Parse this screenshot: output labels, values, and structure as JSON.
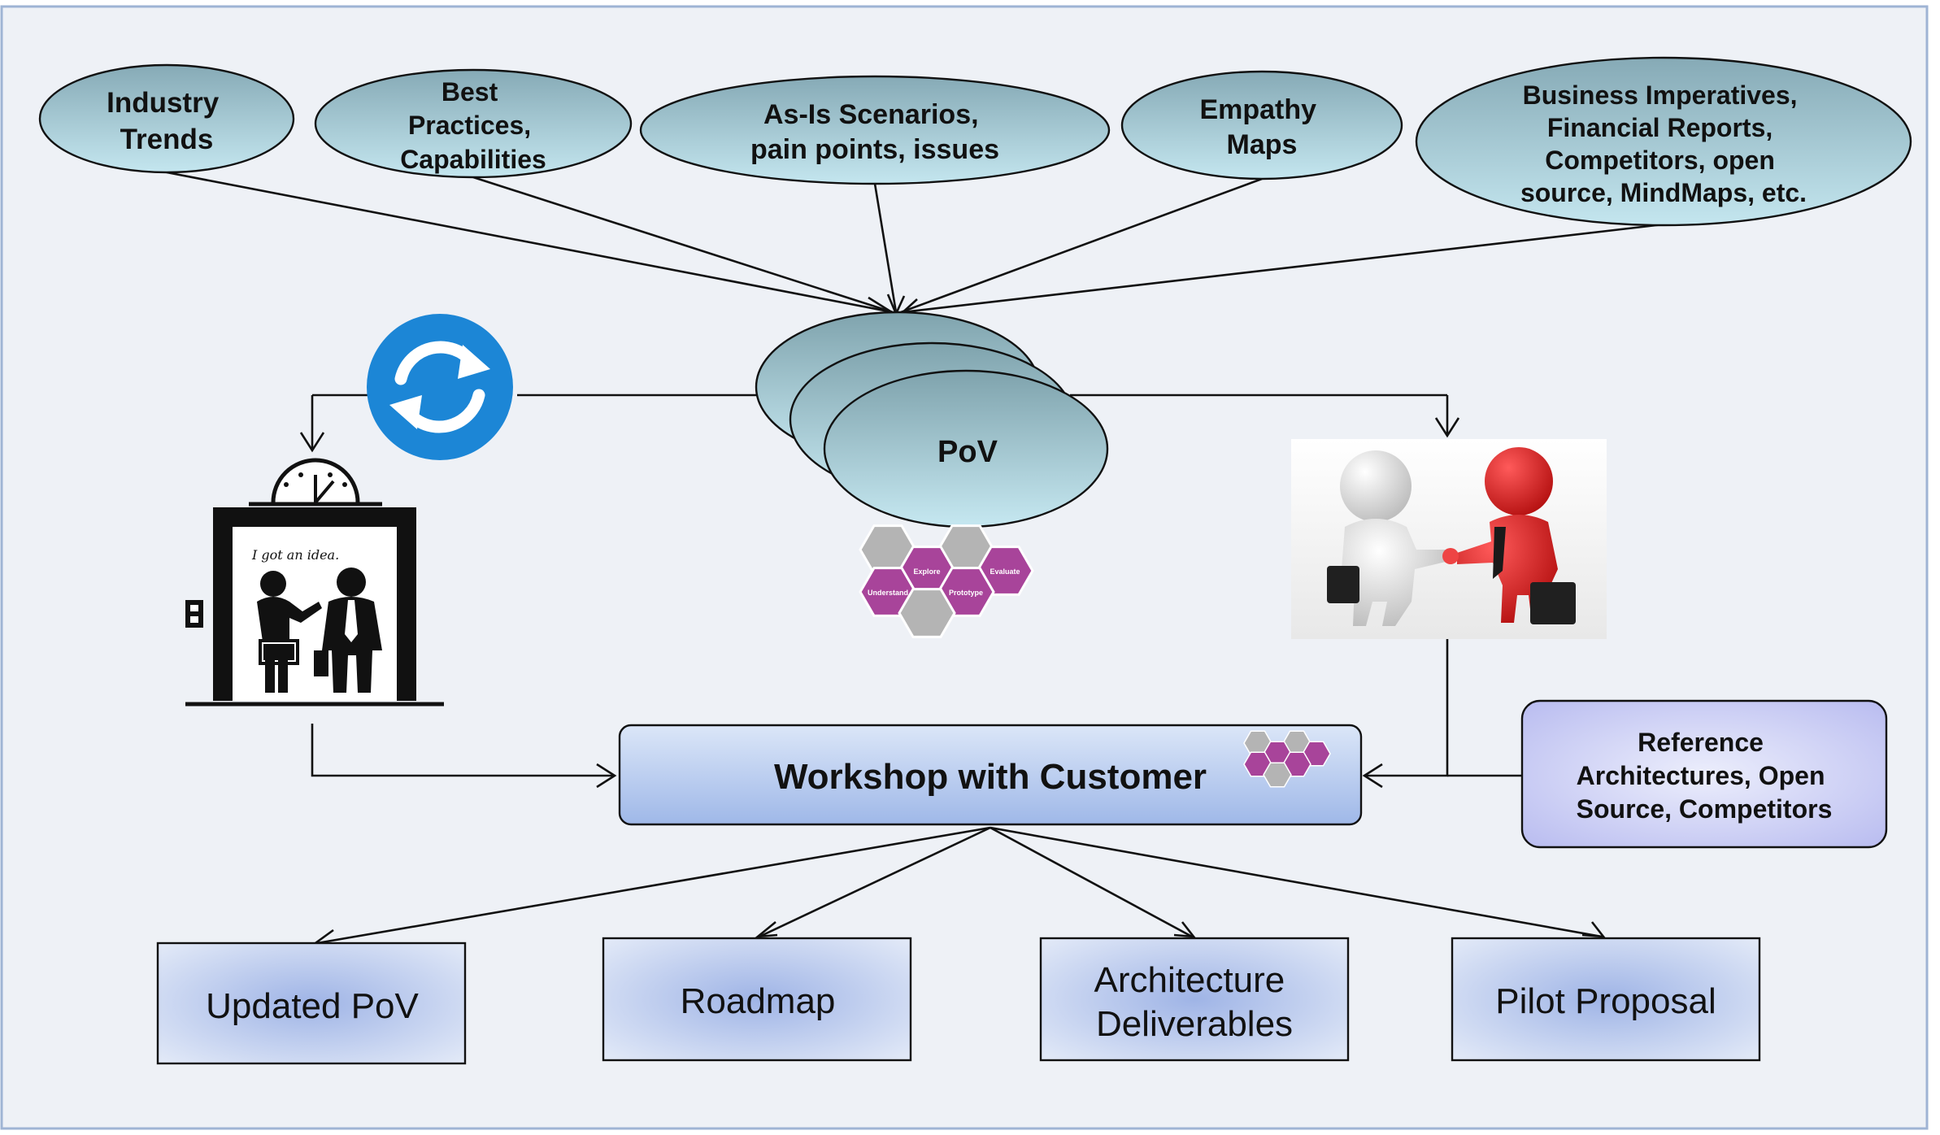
{
  "inputs": [
    {
      "lines": [
        "Industry",
        "Trends"
      ]
    },
    {
      "lines": [
        "Best",
        "Practices,",
        "Capabilities"
      ]
    },
    {
      "lines": [
        "As-Is Scenarios,",
        "pain points, issues"
      ]
    },
    {
      "lines": [
        "Empathy",
        "Maps"
      ]
    },
    {
      "lines": [
        "Business Imperatives,",
        "Financial Reports,",
        "Competitors, open",
        "source, MindMaps,  etc."
      ]
    }
  ],
  "pov": {
    "label": "PoV"
  },
  "elevator": {
    "caption": "I got an idea."
  },
  "hexagons": {
    "labels": [
      "Explore",
      "Evaluate",
      "Understand",
      "Prototype"
    ]
  },
  "workshop": {
    "label": "Workshop with Customer"
  },
  "reference": {
    "lines": [
      "Reference",
      "Architectures, Open",
      "Source, Competitors"
    ]
  },
  "outputs": [
    {
      "lines": [
        "Updated PoV"
      ]
    },
    {
      "lines": [
        "Roadmap"
      ]
    },
    {
      "lines": [
        "Architecture",
        "Deliverables"
      ]
    },
    {
      "lines": [
        "Pilot  Proposal"
      ]
    }
  ],
  "colors": {
    "background": "#eef1f6",
    "border": "#9fb4d4",
    "ellipse_light": "#b8dce6",
    "ellipse_dark": "#86aab6",
    "workshop_fill": "#a9c0ea",
    "reference_fill": "#c6c8f4",
    "output_fill": "#b9c8ea",
    "cycle_blue": "#1c86d6",
    "hex_magenta": "#a8449a",
    "hex_gray": "#b4b4b4",
    "red_figure": "#d61818"
  }
}
